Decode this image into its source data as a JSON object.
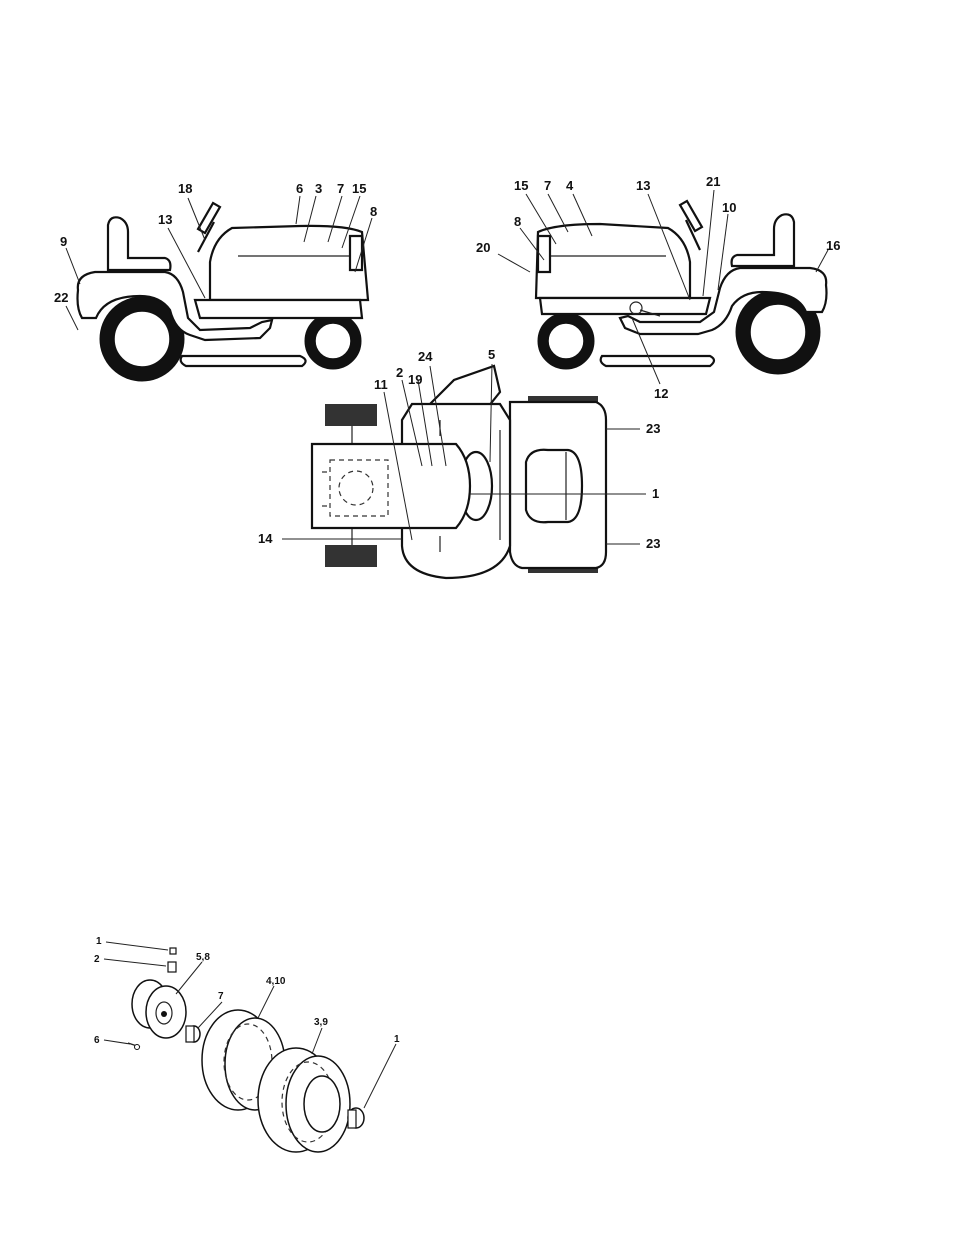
{
  "diagrams": {
    "left_side_view": {
      "callouts": [
        "9",
        "22",
        "18",
        "13",
        "6",
        "3",
        "7",
        "15",
        "8"
      ]
    },
    "right_side_view": {
      "callouts": [
        "15",
        "7",
        "4",
        "13",
        "21",
        "10",
        "8",
        "20",
        "16",
        "12"
      ]
    },
    "top_view": {
      "callouts": [
        "5",
        "24",
        "2",
        "19",
        "11",
        "23",
        "1",
        "14",
        "23"
      ]
    },
    "wheel_assembly": {
      "callouts": [
        "1",
        "2",
        "5,8",
        "4,10",
        "7",
        "6",
        "3,9",
        "1"
      ]
    }
  }
}
